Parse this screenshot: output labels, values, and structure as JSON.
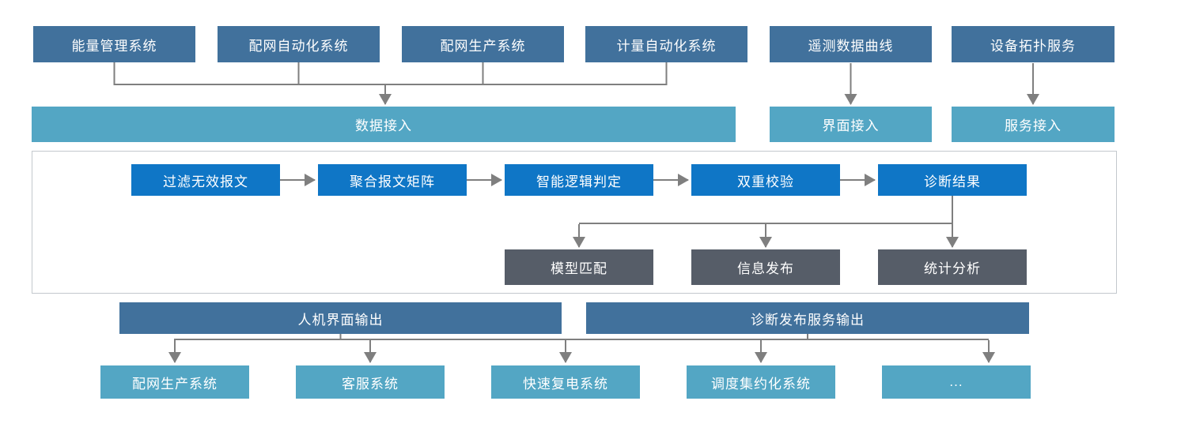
{
  "colors": {
    "dark-blue": "#41719C",
    "teal": "#53A6C4",
    "bright-blue": "#0F76C6",
    "slate-gray": "#565D68",
    "connector": "#7F7F7F",
    "frame-border": "#C3C8CD",
    "background": "#FFFFFF"
  },
  "diagram": {
    "source_systems": [
      {
        "label": "能量管理系统"
      },
      {
        "label": "配网自动化系统"
      },
      {
        "label": "配网生产系统"
      },
      {
        "label": "计量自动化系统"
      },
      {
        "label": "遥测数据曲线"
      },
      {
        "label": "设备拓扑服务"
      }
    ],
    "access_layer": [
      {
        "label": "数据接入"
      },
      {
        "label": "界面接入"
      },
      {
        "label": "服务接入"
      }
    ],
    "process_flow": [
      {
        "label": "过滤无效报文"
      },
      {
        "label": "聚合报文矩阵"
      },
      {
        "label": "智能逻辑判定"
      },
      {
        "label": "双重校验"
      },
      {
        "label": "诊断结果"
      }
    ],
    "analysis_modules": [
      {
        "label": "模型匹配"
      },
      {
        "label": "信息发布"
      },
      {
        "label": "统计分析"
      }
    ],
    "output_layer": [
      {
        "label": "人机界面输出"
      },
      {
        "label": "诊断发布服务输出"
      }
    ],
    "consumer_systems": [
      {
        "label": "配网生产系统"
      },
      {
        "label": "客服系统"
      },
      {
        "label": "快速复电系统"
      },
      {
        "label": "调度集约化系统"
      },
      {
        "label": "..."
      }
    ]
  }
}
